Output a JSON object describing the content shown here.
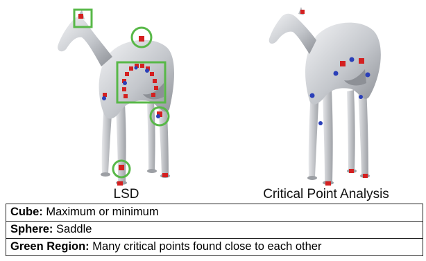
{
  "panels": {
    "left_caption": "LSD",
    "right_caption": "Critical Point Analysis"
  },
  "legend": [
    {
      "term": "Cube:",
      "description": "Maximum or minimum"
    },
    {
      "term": "Sphere:",
      "description": "Saddle"
    },
    {
      "term": "Green Region:",
      "description": "Many critical points found close to each other"
    }
  ],
  "marker_semantics": {
    "cube": "maximum-or-minimum-marker",
    "sphere": "saddle-marker",
    "green_region": "critical-point-cluster-highlight"
  },
  "colors": {
    "cube": "#d42020",
    "sphere": "#2a3fb8",
    "green_region": "#58b848",
    "horse_body": "#c9ccd1",
    "text": "#111111",
    "table_border": "#222222"
  }
}
